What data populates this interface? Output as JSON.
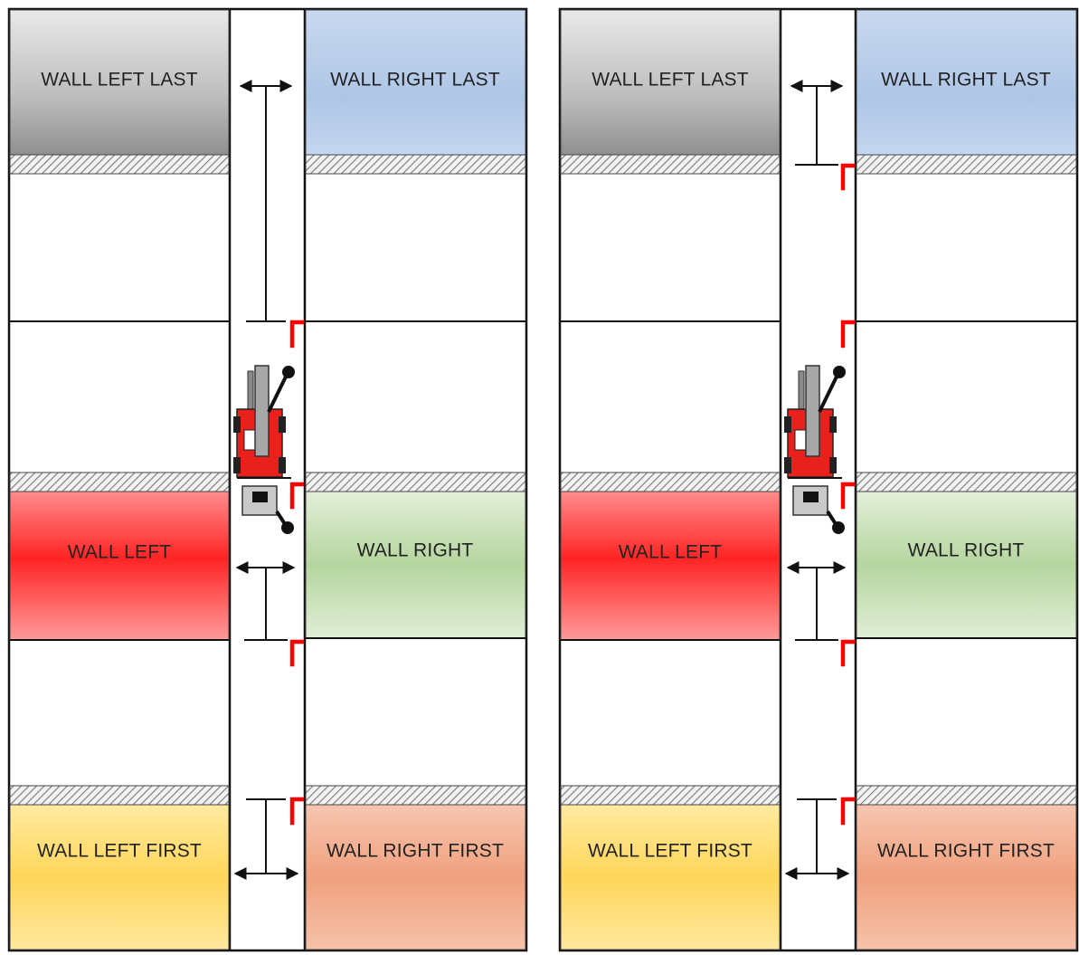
{
  "panels": [
    {
      "walls": {
        "left_last": "WALL LEFT LAST",
        "right_last": "WALL RIGHT LAST",
        "left": "WALL LEFT",
        "right": "WALL RIGHT",
        "left_first": "WALL LEFT FIRST",
        "right_first": "WALL RIGHT FIRST"
      }
    },
    {
      "walls": {
        "left_last": "WALL LEFT LAST",
        "right_last": "WALL RIGHT LAST",
        "left": "WALL LEFT",
        "right": "WALL RIGHT",
        "left_first": "WALL LEFT FIRST",
        "right_first": "WALL RIGHT FIRST"
      }
    }
  ],
  "colors": {
    "wall_last_left": "#9c9c9c",
    "wall_last_right": "#aac2e4",
    "wall_mid_left": "#ff2a2a",
    "wall_mid_right": "#b8d6a4",
    "wall_first_left": "#ffd75a",
    "wall_first_right": "#f0a486",
    "marker": "#ff0000",
    "machine": "#e8211c"
  }
}
